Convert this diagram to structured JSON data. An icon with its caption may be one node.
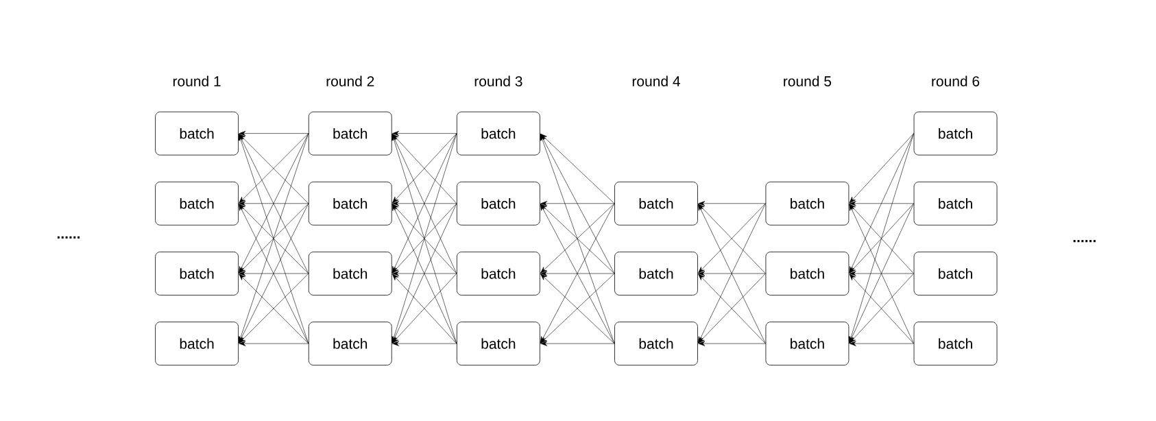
{
  "diagram": {
    "nodes": [
      {
        "text": [
          "batch"
        ]
      },
      {
        "text": [
          "batch"
        ]
      },
      {
        "text": [
          "batch"
        ]
      },
      {
        "text": [
          "batch"
        ]
      },
      {
        "text": [
          "batch"
        ]
      },
      {
        "text": [
          "batch"
        ]
      },
      {
        "text": [
          "batch"
        ]
      },
      {
        "text": [
          "batch"
        ]
      },
      {
        "text": [
          "batch"
        ]
      },
      {
        "text": [
          "batch"
        ]
      },
      {
        "text": [
          "batch"
        ]
      },
      {
        "text": [
          "batch"
        ]
      },
      {
        "text": [
          "batch"
        ]
      },
      {
        "text": [
          "batch"
        ]
      },
      {
        "text": [
          "batch"
        ]
      },
      {
        "text": [
          "batch"
        ]
      },
      {
        "text": [
          "batch"
        ]
      },
      {
        "text": [
          "batch"
        ]
      },
      {
        "text": [
          "batch"
        ]
      },
      {
        "text": [
          "batch"
        ]
      },
      {
        "text": [
          "batch"
        ]
      },
      {
        "text": [
          "batch"
        ]
      }
    ],
    "edges": [
      {
        "from": 4,
        "to": 0,
        "arrow": "to"
      },
      {
        "from": 4,
        "to": 1,
        "arrow": "to"
      },
      {
        "from": 4,
        "to": 2,
        "arrow": "to"
      },
      {
        "from": 4,
        "to": 3,
        "arrow": "to"
      },
      {
        "from": 5,
        "to": 0,
        "arrow": "to"
      },
      {
        "from": 5,
        "to": 1,
        "arrow": "to"
      },
      {
        "from": 5,
        "to": 2,
        "arrow": "to"
      },
      {
        "from": 5,
        "to": 3,
        "arrow": "to"
      },
      {
        "from": 6,
        "to": 0,
        "arrow": "to"
      },
      {
        "from": 6,
        "to": 1,
        "arrow": "to"
      },
      {
        "from": 6,
        "to": 2,
        "arrow": "to"
      },
      {
        "from": 6,
        "to": 3,
        "arrow": "to"
      },
      {
        "from": 7,
        "to": 0,
        "arrow": "to"
      },
      {
        "from": 7,
        "to": 1,
        "arrow": "to"
      },
      {
        "from": 7,
        "to": 2,
        "arrow": "to"
      },
      {
        "from": 7,
        "to": 3,
        "arrow": "to"
      },
      {
        "from": 8,
        "to": 4,
        "arrow": "to"
      },
      {
        "from": 8,
        "to": 5,
        "arrow": "to"
      },
      {
        "from": 8,
        "to": 6,
        "arrow": "to"
      },
      {
        "from": 8,
        "to": 7,
        "arrow": "to"
      },
      {
        "from": 9,
        "to": 4,
        "arrow": "to"
      },
      {
        "from": 9,
        "to": 5,
        "arrow": "to"
      },
      {
        "from": 9,
        "to": 6,
        "arrow": "to"
      },
      {
        "from": 9,
        "to": 7,
        "arrow": "to"
      },
      {
        "from": 10,
        "to": 4,
        "arrow": "to"
      },
      {
        "from": 10,
        "to": 5,
        "arrow": "to"
      },
      {
        "from": 10,
        "to": 6,
        "arrow": "to"
      },
      {
        "from": 10,
        "to": 7,
        "arrow": "to"
      },
      {
        "from": 11,
        "to": 4,
        "arrow": "to"
      },
      {
        "from": 11,
        "to": 5,
        "arrow": "to"
      },
      {
        "from": 11,
        "to": 6,
        "arrow": "to"
      },
      {
        "from": 11,
        "to": 7,
        "arrow": "to"
      },
      {
        "from": 12,
        "to": 8,
        "arrow": "to"
      },
      {
        "from": 12,
        "to": 9,
        "arrow": "to"
      },
      {
        "from": 12,
        "to": 10,
        "arrow": "to"
      },
      {
        "from": 12,
        "to": 11,
        "arrow": "to"
      },
      {
        "from": 13,
        "to": 8,
        "arrow": "to"
      },
      {
        "from": 13,
        "to": 9,
        "arrow": "to"
      },
      {
        "from": 13,
        "to": 10,
        "arrow": "to"
      },
      {
        "from": 13,
        "to": 11,
        "arrow": "to"
      },
      {
        "from": 14,
        "to": 8,
        "arrow": "to"
      },
      {
        "from": 14,
        "to": 9,
        "arrow": "to"
      },
      {
        "from": 14,
        "to": 10,
        "arrow": "to"
      },
      {
        "from": 14,
        "to": 11,
        "arrow": "to"
      },
      {
        "from": 15,
        "to": 12,
        "arrow": "to"
      },
      {
        "from": 15,
        "to": 13,
        "arrow": "to"
      },
      {
        "from": 15,
        "to": 14,
        "arrow": "to"
      },
      {
        "from": 16,
        "to": 12,
        "arrow": "to"
      },
      {
        "from": 16,
        "to": 13,
        "arrow": "to"
      },
      {
        "from": 16,
        "to": 14,
        "arrow": "to"
      },
      {
        "from": 17,
        "to": 12,
        "arrow": "to"
      },
      {
        "from": 17,
        "to": 13,
        "arrow": "to"
      },
      {
        "from": 17,
        "to": 14,
        "arrow": "to"
      },
      {
        "from": 18,
        "to": 15,
        "arrow": "to"
      },
      {
        "from": 18,
        "to": 16,
        "arrow": "to"
      },
      {
        "from": 18,
        "to": 17,
        "arrow": "to"
      },
      {
        "from": 19,
        "to": 15,
        "arrow": "to"
      },
      {
        "from": 19,
        "to": 16,
        "arrow": "to"
      },
      {
        "from": 19,
        "to": 17,
        "arrow": "to"
      },
      {
        "from": 20,
        "to": 15,
        "arrow": "to"
      },
      {
        "from": 20,
        "to": 16,
        "arrow": "to"
      },
      {
        "from": 20,
        "to": 17,
        "arrow": "to"
      },
      {
        "from": 21,
        "to": 15,
        "arrow": "to"
      },
      {
        "from": 21,
        "to": 16,
        "arrow": "to"
      },
      {
        "from": 21,
        "to": 17,
        "arrow": "to"
      }
    ],
    "labels": [
      "round 1",
      "round 2",
      "round 3",
      "round 4",
      "round 5",
      "round 6",
      "......",
      "......"
    ]
  }
}
